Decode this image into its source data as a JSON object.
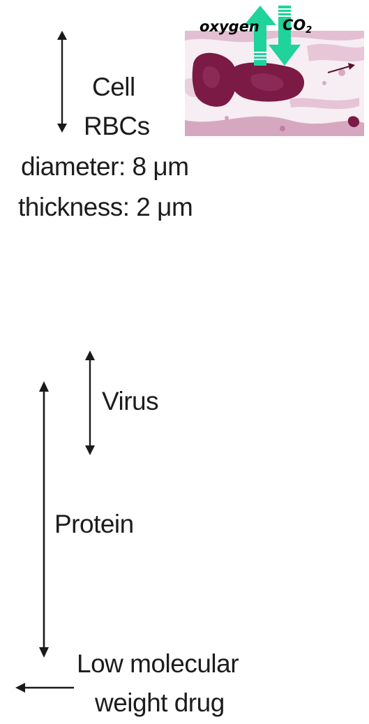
{
  "labels": {
    "cell": "Cell",
    "rbcs": "RBCs",
    "diameter": "diameter: 8 μm",
    "thickness": "thickness: 2 μm",
    "virus": "Virus",
    "protein": "Protein",
    "low_mw_line1": "Low molecular",
    "low_mw_line2": "weight drug"
  },
  "micrograph": {
    "oxygen_label": "oxygen",
    "co2_label_main": "CO",
    "co2_label_sub": "2",
    "arrow_color": "#1fd39a",
    "rbc_color": "#7a1a45",
    "background_color": "#f6eef2"
  },
  "colors": {
    "text": "#1c1c1c",
    "scale_arrow": "#1a1a1a"
  }
}
